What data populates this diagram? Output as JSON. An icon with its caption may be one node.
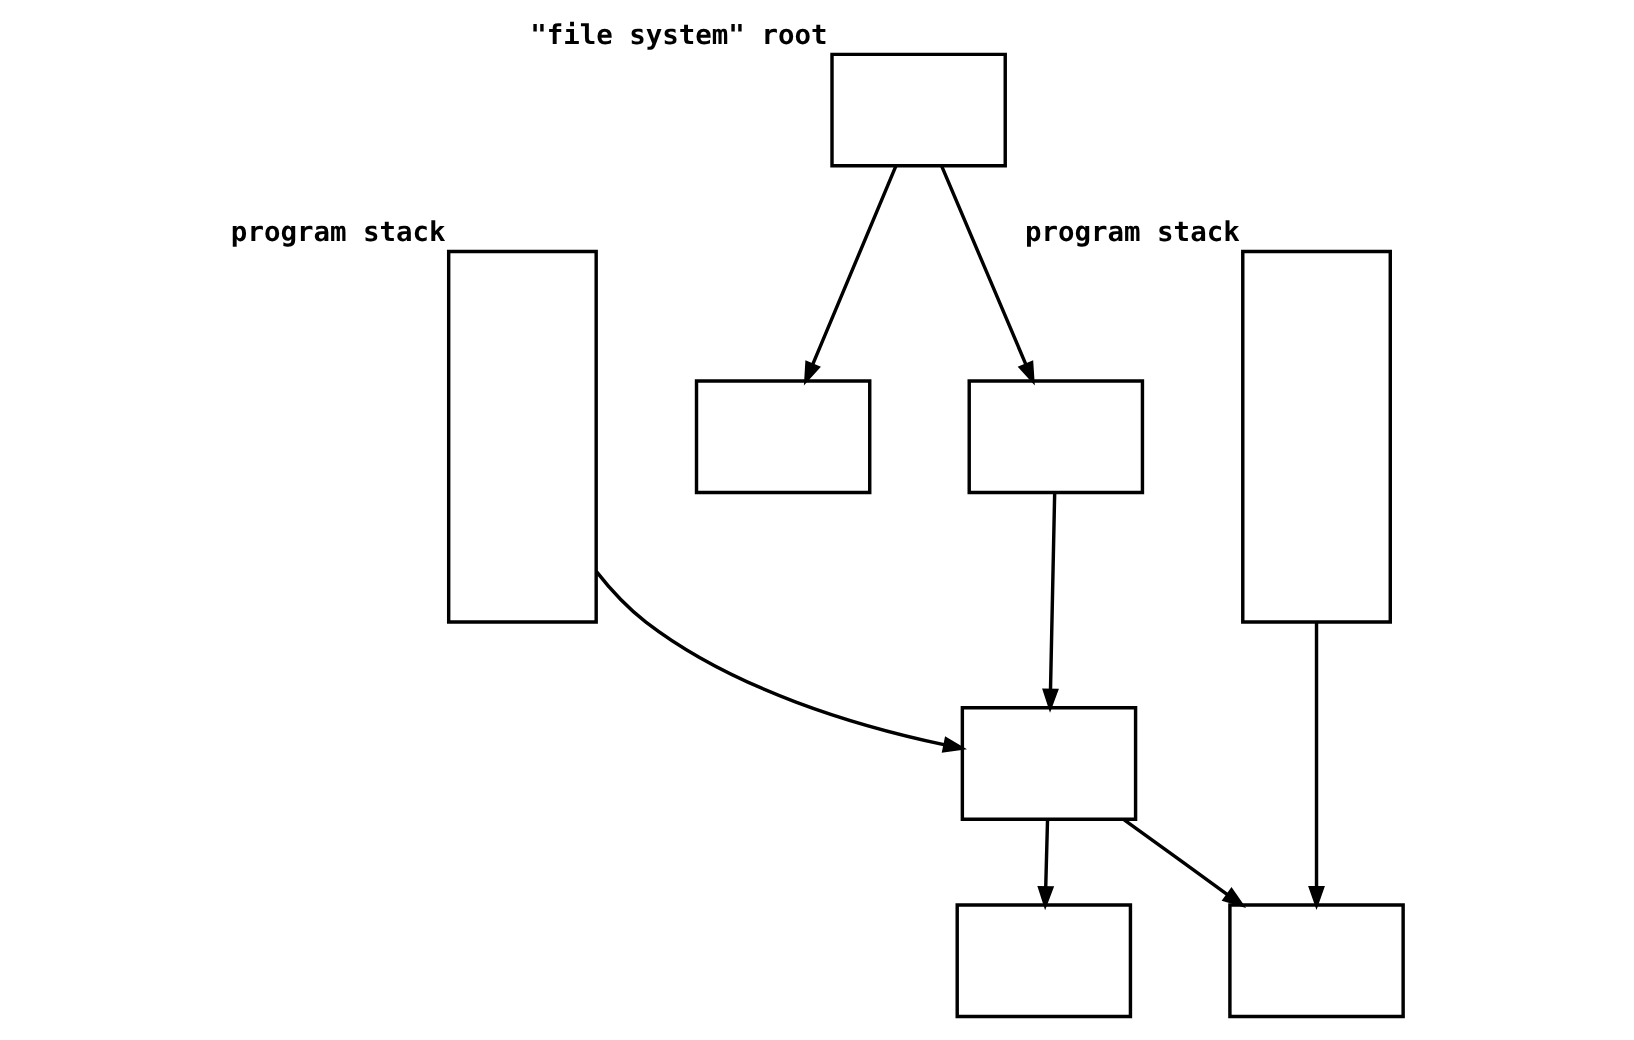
{
  "diagram": {
    "nodes": [
      {
        "text": [],
        "shape": "box",
        "beside": [
          "\"file system\" root"
        ]
      },
      {
        "text": [],
        "shape": "box",
        "beside": [
          "program stack"
        ]
      },
      {
        "text": [],
        "shape": "box"
      },
      {
        "text": [],
        "shape": "box"
      },
      {
        "text": [],
        "shape": "box",
        "beside": [
          "program stack"
        ]
      },
      {
        "text": [],
        "shape": "box"
      },
      {
        "text": [],
        "shape": "box"
      },
      {
        "text": [],
        "shape": "box"
      }
    ],
    "edges": [
      {
        "from": 0,
        "to": 2,
        "arrow": "to"
      },
      {
        "from": 0,
        "to": 3,
        "arrow": "to"
      },
      {
        "from": 1,
        "to": 5,
        "arrow": "to"
      },
      {
        "from": 3,
        "to": 5,
        "arrow": "to"
      },
      {
        "from": 5,
        "to": 6,
        "arrow": "to"
      },
      {
        "from": 5,
        "to": 7,
        "arrow": "to"
      },
      {
        "from": 4,
        "to": 7,
        "arrow": "to"
      }
    ]
  }
}
